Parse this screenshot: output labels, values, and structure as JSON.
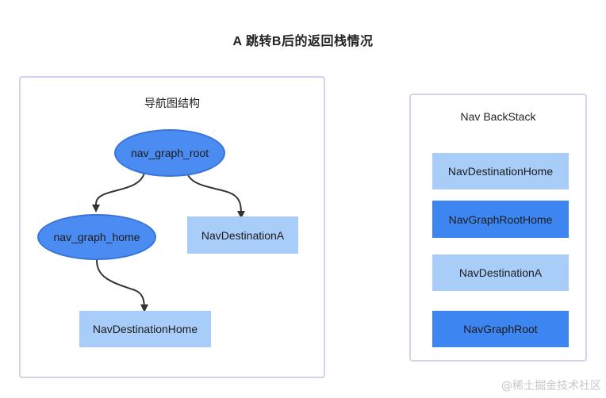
{
  "title": "A 跳转B后的返回栈情况",
  "graph_panel": {
    "title": "导航图结构",
    "nodes": {
      "root": "nav_graph_root",
      "home_graph": "nav_graph_home",
      "destination_a": "NavDestinationA",
      "destination_home": "NavDestinationHome"
    }
  },
  "backstack_panel": {
    "title": "Nav BackStack",
    "entries": [
      {
        "label": "NavDestinationHome",
        "style": "light"
      },
      {
        "label": "NavGraphRootHome",
        "style": "dark"
      },
      {
        "label": "NavDestinationA",
        "style": "light"
      },
      {
        "label": "NavGraphRoot",
        "style": "dark"
      }
    ]
  },
  "colors": {
    "ellipse_fill": "#4a8cf2",
    "light_box": "#a8cdf8",
    "dark_box": "#3d86f2",
    "panel_border": "#d5d2ee"
  },
  "watermark": "@稀土掘金技术社区"
}
